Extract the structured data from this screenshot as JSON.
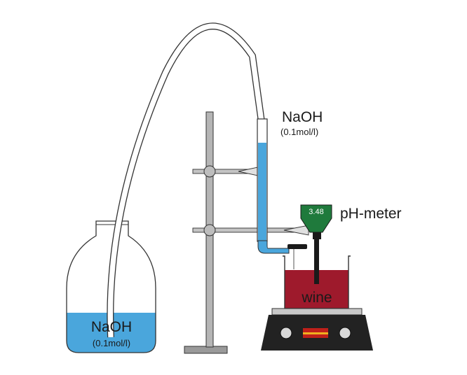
{
  "labels": {
    "burette_reagent": "NaOH",
    "burette_concentration": "(0.1mol/l)",
    "bottle_reagent": "NaOH",
    "bottle_concentration": "(0.1mol/l)",
    "meter_name": "pH-meter",
    "meter_reading": "3.48",
    "beaker_content": "wine"
  },
  "colors": {
    "naoh_solution": "#4aa6dc",
    "wine": "#9e1a2c",
    "meter_body": "#1f7a3c",
    "stand_metal": "#9a9a9a",
    "stirrer_body": "#222222",
    "stirrer_top": "#c8c8c8",
    "stirrer_display": "#c0201a",
    "stirrer_display_stripe": "#f0b020"
  },
  "icons": {
    "stir_knob": "knob-icon",
    "clamp": "clamp-icon"
  }
}
